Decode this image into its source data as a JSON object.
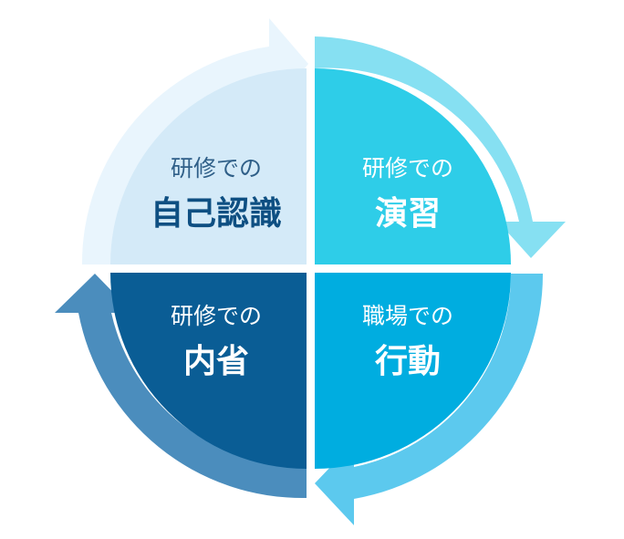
{
  "diagram": {
    "type": "four-step-cycle",
    "colors": {
      "self_awareness": "#d4eaf8",
      "self_awareness_arrow": "#e9f5fd",
      "practice": "#2ecde8",
      "practice_arrow": "#86e0f2",
      "action": "#00ade0",
      "action_arrow": "#5cc9ee",
      "reflection": "#0a5d95",
      "reflection_arrow": "#4b8dbd",
      "text_light": "#ffffff",
      "text_dark_sub": "#2f5f88",
      "text_dark_main": "#0e4f82"
    },
    "quadrants": [
      {
        "id": "top-left",
        "sub": "研修での",
        "main": "自己認識"
      },
      {
        "id": "top-right",
        "sub": "研修での",
        "main": "演習"
      },
      {
        "id": "bottom-right",
        "sub": "職場での",
        "main": "行動"
      },
      {
        "id": "bottom-left",
        "sub": "研修での",
        "main": "内省"
      }
    ]
  }
}
